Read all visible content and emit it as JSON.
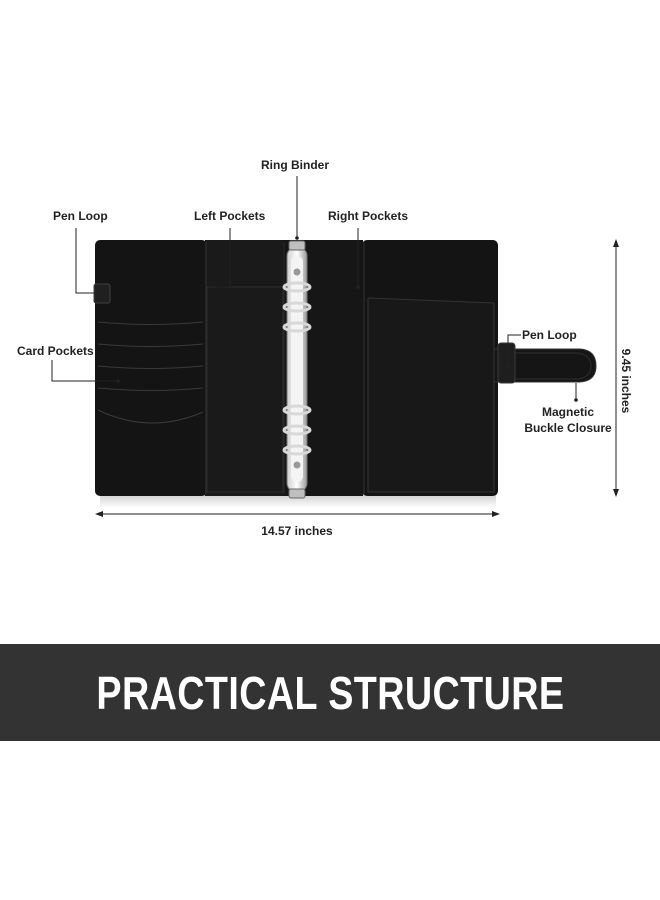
{
  "callouts": {
    "ring_binder": "Ring Binder",
    "pen_loop_left": "Pen Loop",
    "left_pockets": "Left Pockets",
    "right_pockets": "Right Pockets",
    "card_pockets": "Card Pockets",
    "pen_loop_right": "Pen Loop",
    "magnetic_line1": "Magnetic",
    "magnetic_line2": "Buckle Closure"
  },
  "dimensions": {
    "width": "14.57 inches",
    "height": "9.45 inches"
  },
  "banner": {
    "title": "PRACTICAL STRUCTURE"
  },
  "colors": {
    "leather": "#141414",
    "banner_bg": "#333333",
    "text": "#222222"
  }
}
